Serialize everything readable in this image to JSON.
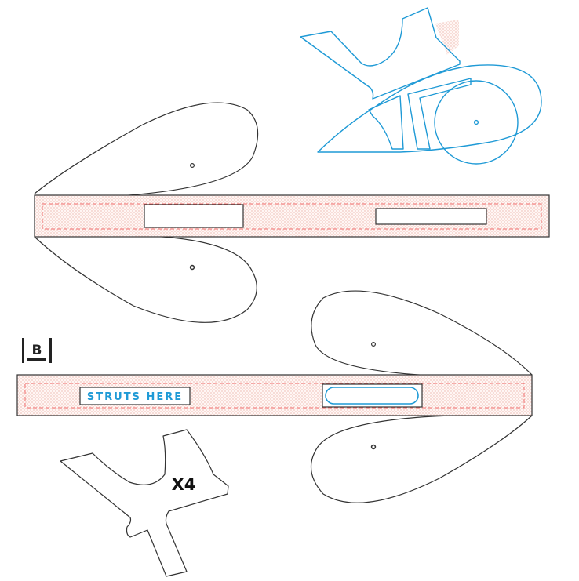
{
  "template": {
    "strut_label": "STRUTS HERE",
    "quantity_label": "X4",
    "logo_letter": "B",
    "colors": {
      "cut_line": "#333333",
      "score_line": "#f26d6d",
      "assembly_line": "#1f9ad6",
      "strut_text": "#1f9ad6",
      "tab_fill": "#fce9e6",
      "hatch": "#f6d7d2"
    }
  }
}
